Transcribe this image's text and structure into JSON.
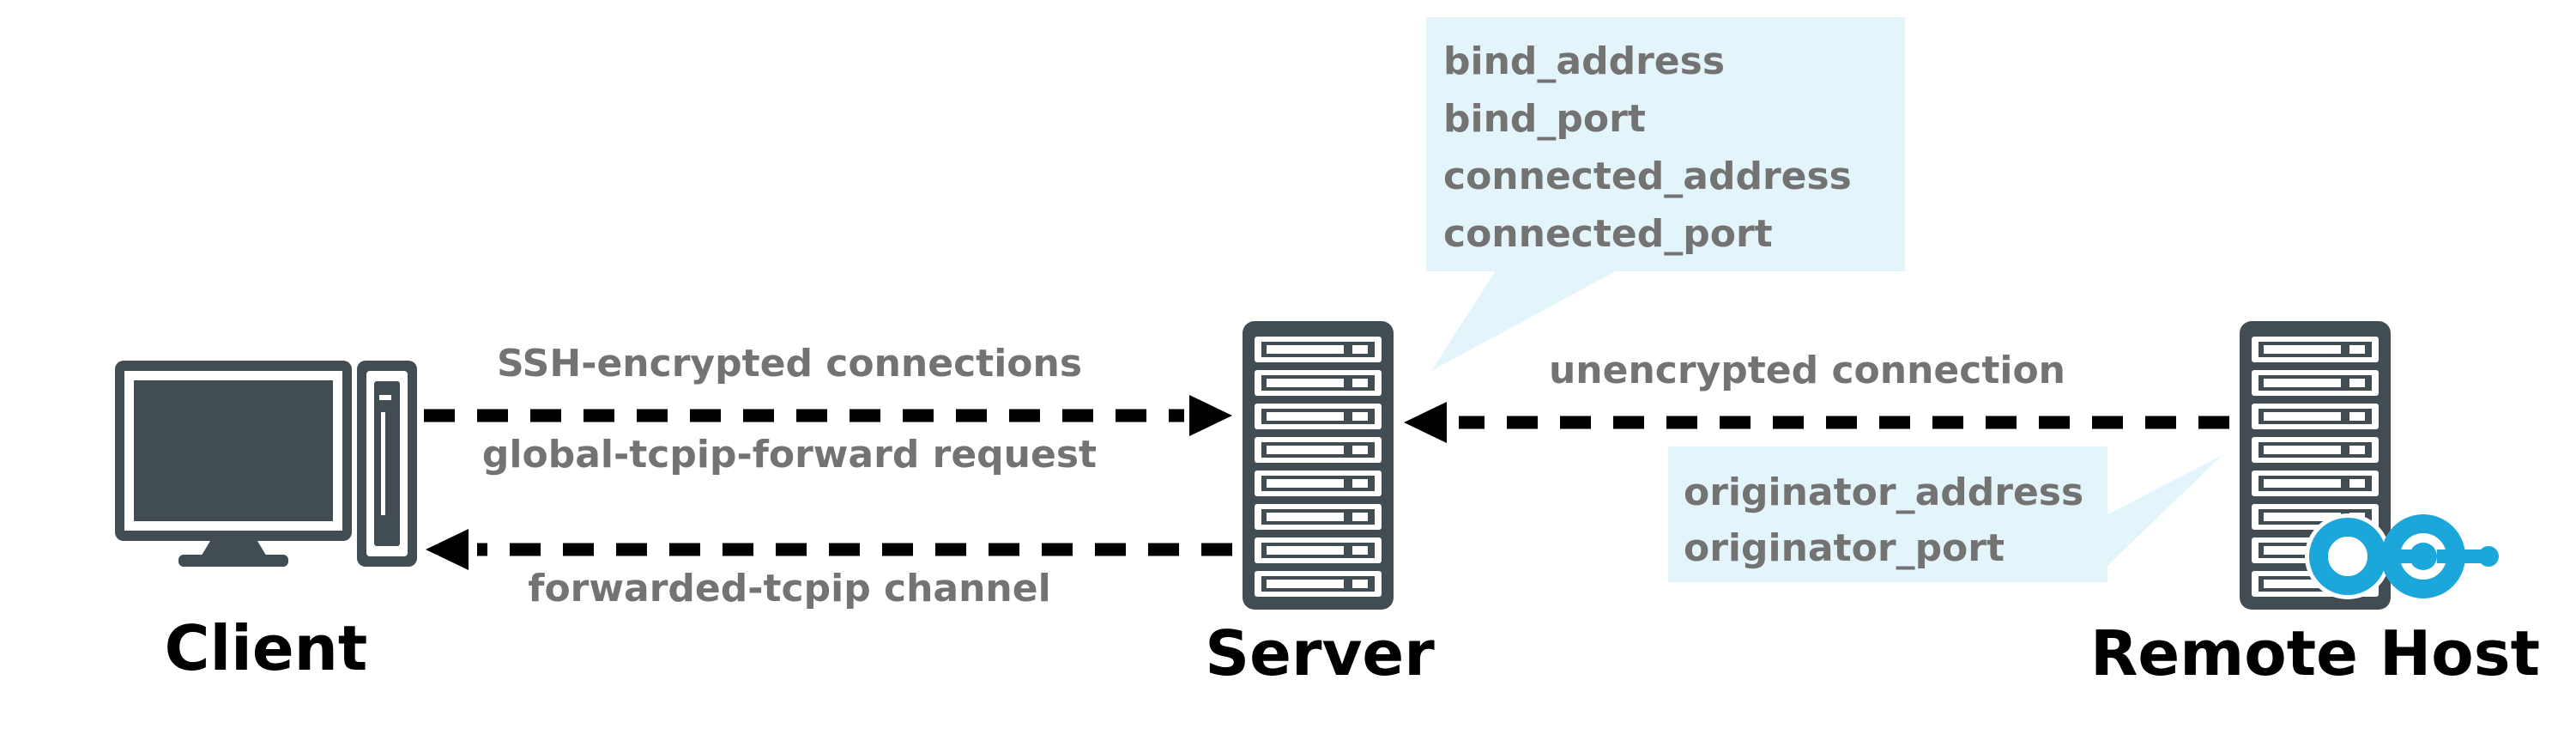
{
  "nodes": {
    "client": "Client",
    "server": "Server",
    "remote_host": "Remote Host"
  },
  "edges": {
    "client_to_server": {
      "label_top": "SSH-encrypted connections",
      "label_bottom": "global-tcpip-forward request"
    },
    "server_to_client": {
      "label": "forwarded-tcpip channel"
    },
    "remote_to_server": {
      "label": "unencrypted connection"
    }
  },
  "callouts": {
    "server_fields": [
      "bind_address",
      "bind_port",
      "connected_address",
      "connected_port"
    ],
    "remote_fields": [
      "originator_address",
      "originator_port"
    ]
  },
  "icons": {
    "client": "desktop-computer-icon",
    "server": "server-rack-icon",
    "remote_host": "server-rack-with-tunnel-icon"
  },
  "colors": {
    "device": "#424c53",
    "callout_fill": "#e3f5fa",
    "label_text": "#737373",
    "tunnel_accent": "#1ba7da"
  }
}
